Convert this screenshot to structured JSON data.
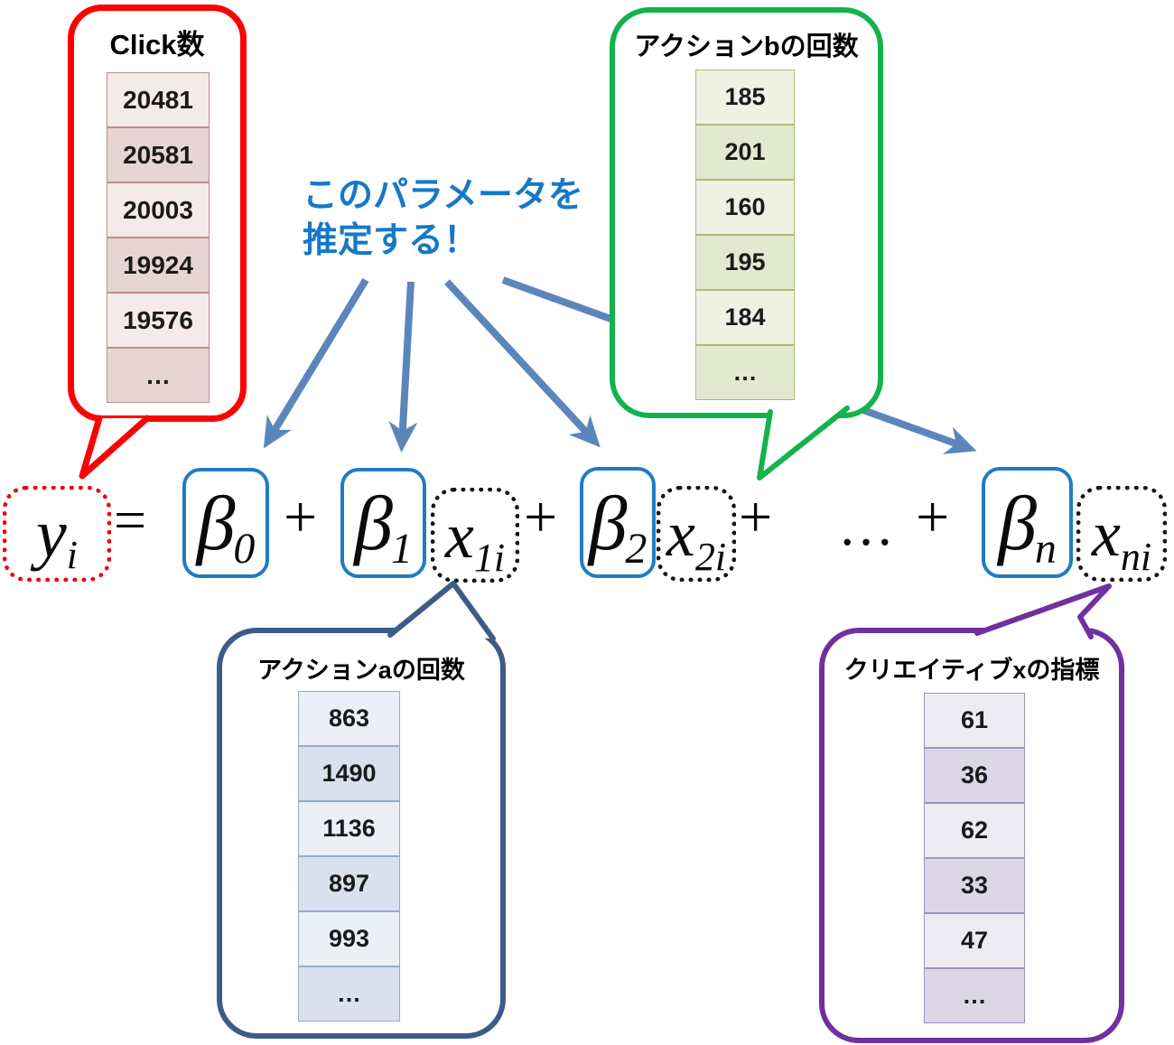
{
  "annotation": {
    "line1": "このパラメータを",
    "line2": "推定する！"
  },
  "equation": {
    "y": {
      "base": "y",
      "sub": "i"
    },
    "b0": {
      "base": "β",
      "sub": "0"
    },
    "b1": {
      "base": "β",
      "sub": "1"
    },
    "x1": {
      "base": "x",
      "sub": "1i"
    },
    "b2": {
      "base": "β",
      "sub": "2"
    },
    "x2": {
      "base": "x",
      "sub": "2i"
    },
    "bn": {
      "base": "β",
      "sub": "n"
    },
    "xn": {
      "base": "x",
      "sub": "ni"
    },
    "equals": "=",
    "plus": "+",
    "dots": "…"
  },
  "bubbles": {
    "click": {
      "title": "Click数",
      "values": [
        "20481",
        "20581",
        "20003",
        "19924",
        "19576",
        "…"
      ]
    },
    "action_b": {
      "title": "アクションbの回数",
      "values": [
        "185",
        "201",
        "160",
        "195",
        "184",
        "…"
      ]
    },
    "action_a": {
      "title": "アクションaの回数",
      "values": [
        "863",
        "1490",
        "1136",
        "897",
        "993",
        "…"
      ]
    },
    "creative_x": {
      "title": "クリエイティブxの指標",
      "values": [
        "61",
        "36",
        "62",
        "33",
        "47",
        "…"
      ]
    }
  },
  "colors": {
    "click_border": "#fe0000",
    "action_b_border": "#12b34c",
    "action_a_border": "#3c5c88",
    "creative_x_border": "#7030a0",
    "beta_box_border": "#1f7cc4",
    "x_box_border": "#151515",
    "y_box_border": "#f30000",
    "arrow": "#5b86bc",
    "annotation_text": "#1778c8"
  }
}
